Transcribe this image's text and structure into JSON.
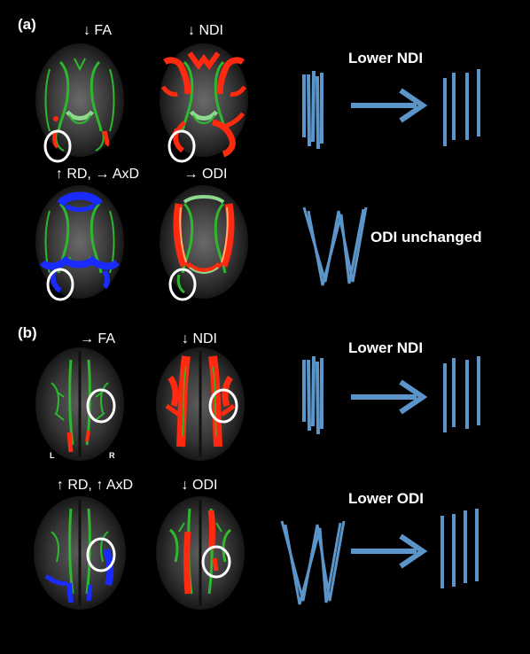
{
  "panels": [
    {
      "label": "(a)",
      "scans": [
        {
          "label": "↓ FA",
          "overlay": "red"
        },
        {
          "label": "↓ NDI",
          "overlay": "red"
        },
        {
          "label": "↑ RD, → AxD",
          "overlay": "blue"
        },
        {
          "label": "→ ODI",
          "overlay": "red"
        }
      ],
      "outcomes": [
        "Lower NDI",
        "ODI unchanged"
      ]
    },
    {
      "label": "(b)",
      "scans": [
        {
          "label": "→ FA",
          "overlay": "red"
        },
        {
          "label": "↓ NDI",
          "overlay": "red"
        },
        {
          "label": "↑ RD, ↑ AxD",
          "overlay": "blue"
        },
        {
          "label": "↓ ODI",
          "overlay": "red"
        }
      ],
      "outcomes": [
        "Lower NDI",
        "Lower ODI"
      ],
      "orientation": {
        "left": "L",
        "right": "R"
      }
    }
  ],
  "colors": {
    "background": "#000000",
    "tract_skeleton": "#2db82d",
    "overlay_red": "#ff2a10",
    "overlay_blue": "#1a2bff",
    "schematic": "#5b95c9",
    "roi_circle": "#ffffff"
  },
  "icons": [
    "brain-axial-scan-icon",
    "neurite-bundle-icon",
    "arrow-right-icon",
    "roi-circle-icon"
  ]
}
